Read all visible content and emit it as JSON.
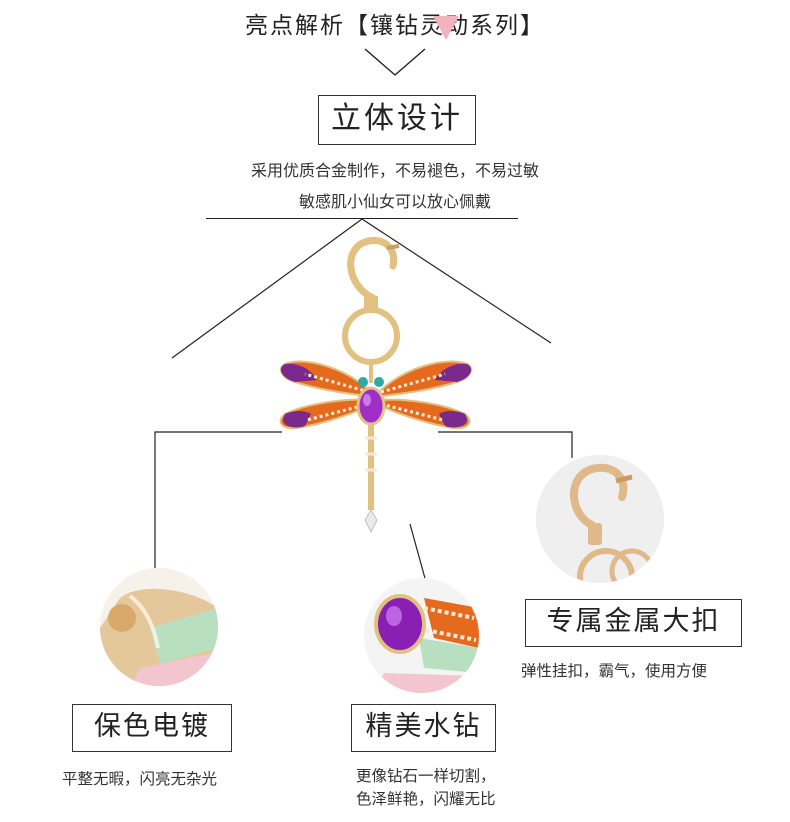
{
  "header": {
    "title": "亮点解析【镶钻灵动系列】"
  },
  "section": {
    "title": "立体设计",
    "desc_line1": "采用优质合金制作，不易褪色，不易过敏",
    "desc_line2": "敏感肌小仙女可以放心佩戴"
  },
  "features": [
    {
      "label": "保色电镀",
      "caption": "平整无暇，闪亮无杂光"
    },
    {
      "label": "精美水钻",
      "caption_line1": "更像钻石一样切割，",
      "caption_line2": "色泽鲜艳，闪耀无比"
    },
    {
      "label": "专属金属大扣",
      "caption": "弹性挂扣，霸气，使用方便"
    }
  ],
  "colors": {
    "accent_triangle": "#f1b3be",
    "gold": "#e2c080",
    "purple": "#7a2a8c",
    "orange": "#e56a1e",
    "circle_bg": "#f1f1f1"
  }
}
